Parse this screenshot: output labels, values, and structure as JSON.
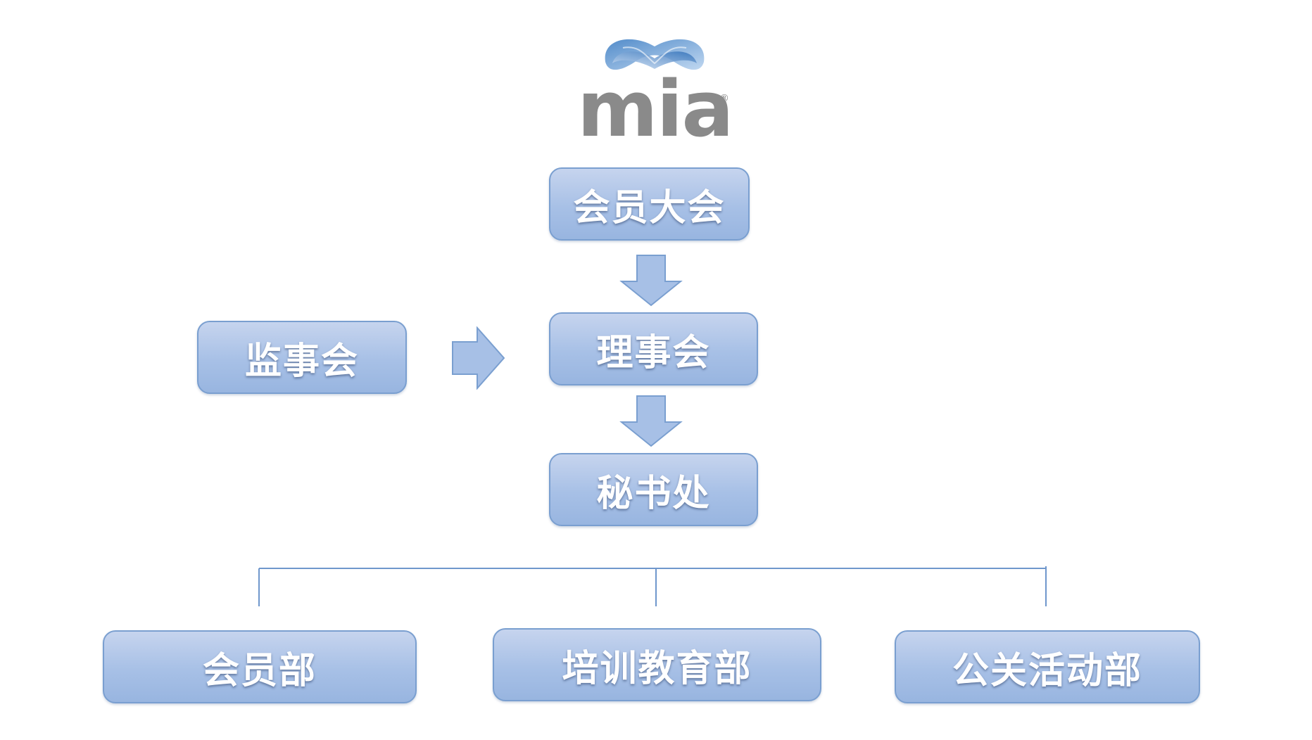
{
  "logo": {
    "text": "mia",
    "registered_mark": "®",
    "colors": {
      "wave_dark": "#3f7fc4",
      "wave_light": "#b9d3ef",
      "text": "#8a8a8a"
    }
  },
  "org_chart": {
    "general_assembly": "会员大会",
    "board_of_directors": "理事会",
    "board_of_supervisors": "监事会",
    "secretariat": "秘书处",
    "departments": [
      "会员部",
      "培训教育部",
      "公关活动部"
    ]
  },
  "colors": {
    "box_top": "#c6d4ee",
    "box_bottom": "#98b5e0",
    "box_border": "#7a9fd0",
    "arrow_fill": "#a7c0e6",
    "arrow_stroke": "#7a9fd0",
    "connector": "#6f97cc"
  }
}
